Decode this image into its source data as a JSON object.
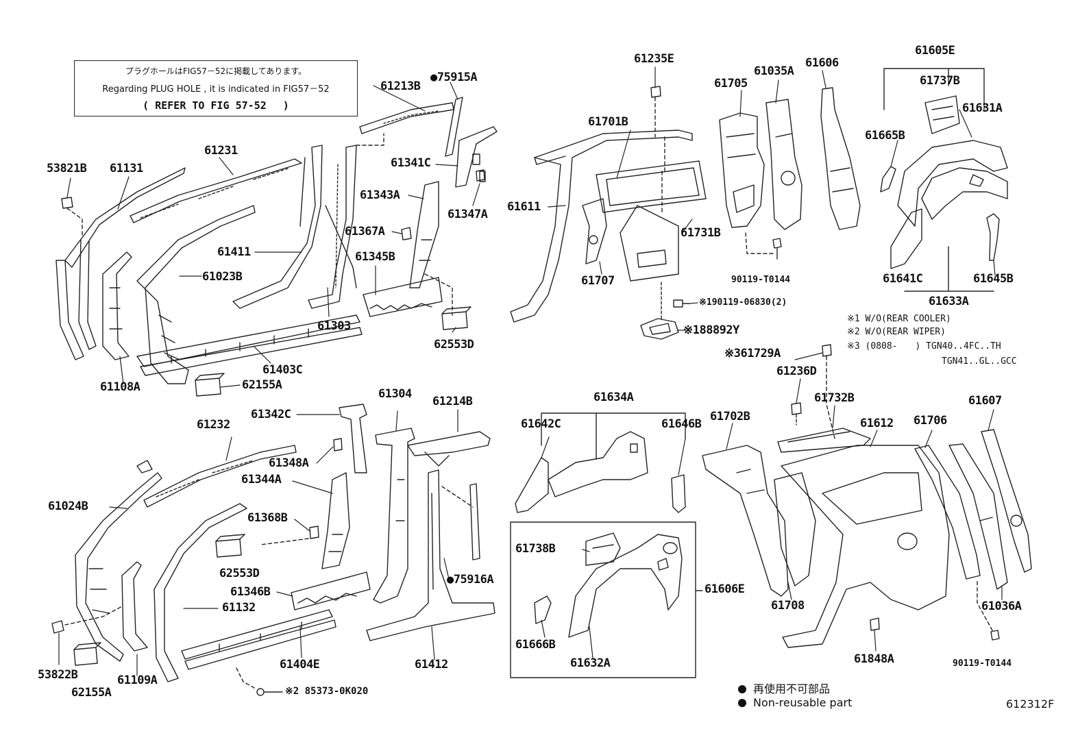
{
  "note_box": {
    "line_jp": "プラグホールはFIG57－52に掲載してあります。",
    "line_en": "Regarding PLUG HOLE , it is indicated in FIG57－52",
    "refer": "( REFER TO FIG 57-52 　)"
  },
  "labels": [
    {
      "id": "61213B",
      "text": "61213B"
    },
    {
      "id": "75915A",
      "text": "●75915A"
    },
    {
      "id": "61231",
      "text": "61231"
    },
    {
      "id": "53821B",
      "text": "53821B"
    },
    {
      "id": "61131",
      "text": "61131"
    },
    {
      "id": "61341C",
      "text": "61341C"
    },
    {
      "id": "61343A",
      "text": "61343A"
    },
    {
      "id": "61347A",
      "text": "61347A"
    },
    {
      "id": "61367A",
      "text": "61367A"
    },
    {
      "id": "61411",
      "text": "61411"
    },
    {
      "id": "61345B",
      "text": "61345B"
    },
    {
      "id": "61023B",
      "text": "61023B"
    },
    {
      "id": "61303",
      "text": "61303"
    },
    {
      "id": "62553D_top",
      "text": "62553D"
    },
    {
      "id": "61403C",
      "text": "61403C"
    },
    {
      "id": "61108A",
      "text": "61108A"
    },
    {
      "id": "62155A_top",
      "text": "62155A"
    },
    {
      "id": "61235E",
      "text": "61235E"
    },
    {
      "id": "61701B",
      "text": "61701B"
    },
    {
      "id": "61611",
      "text": "61611"
    },
    {
      "id": "61705",
      "text": "61705"
    },
    {
      "id": "61035A",
      "text": "61035A"
    },
    {
      "id": "61606",
      "text": "61606"
    },
    {
      "id": "61731B",
      "text": "61731B"
    },
    {
      "id": "61707",
      "text": "61707"
    },
    {
      "id": "90119_T0144_top",
      "text": "90119-T0144"
    },
    {
      "id": "190119",
      "text": "※190119-06830(2)"
    },
    {
      "id": "188892Y",
      "text": "※188892Y"
    },
    {
      "id": "61605E",
      "text": "61605E"
    },
    {
      "id": "61737B",
      "text": "61737B"
    },
    {
      "id": "61631A",
      "text": "61631A"
    },
    {
      "id": "61665B",
      "text": "61665B"
    },
    {
      "id": "61641C",
      "text": "61641C"
    },
    {
      "id": "61645B",
      "text": "61645B"
    },
    {
      "id": "61633A",
      "text": "61633A"
    },
    {
      "id": "61729A",
      "text": "※361729A"
    },
    {
      "id": "61236D",
      "text": "61236D"
    },
    {
      "id": "61732B",
      "text": "61732B"
    },
    {
      "id": "61607",
      "text": "61607"
    },
    {
      "id": "61304",
      "text": "61304"
    },
    {
      "id": "61214B",
      "text": "61214B"
    },
    {
      "id": "61342C",
      "text": "61342C"
    },
    {
      "id": "61232",
      "text": "61232"
    },
    {
      "id": "61348A",
      "text": "61348A"
    },
    {
      "id": "61344A",
      "text": "61344A"
    },
    {
      "id": "61024B",
      "text": "61024B"
    },
    {
      "id": "61368B",
      "text": "61368B"
    },
    {
      "id": "62553D_bot",
      "text": "62553D"
    },
    {
      "id": "61346B",
      "text": "61346B"
    },
    {
      "id": "61132",
      "text": "61132"
    },
    {
      "id": "75916A",
      "text": "●75916A"
    },
    {
      "id": "61404E",
      "text": "61404E"
    },
    {
      "id": "61412",
      "text": "61412"
    },
    {
      "id": "53822B",
      "text": "53822B"
    },
    {
      "id": "61109A",
      "text": "61109A"
    },
    {
      "id": "62155A_bot",
      "text": "62155A"
    },
    {
      "id": "85373",
      "text": "※2 85373-0K020"
    },
    {
      "id": "61634A",
      "text": "61634A"
    },
    {
      "id": "61642C",
      "text": "61642C"
    },
    {
      "id": "61646B",
      "text": "61646B"
    },
    {
      "id": "61702B",
      "text": "61702B"
    },
    {
      "id": "61612",
      "text": "61612"
    },
    {
      "id": "61706",
      "text": "61706"
    },
    {
      "id": "61738B",
      "text": "61738B"
    },
    {
      "id": "61606E",
      "text": "61606E"
    },
    {
      "id": "61666B",
      "text": "61666B"
    },
    {
      "id": "61632A",
      "text": "61632A"
    },
    {
      "id": "61708",
      "text": "61708"
    },
    {
      "id": "61036A",
      "text": "61036A"
    },
    {
      "id": "61848A",
      "text": "61848A"
    },
    {
      "id": "90119_T0144_bot",
      "text": "90119-T0144"
    }
  ],
  "notes": {
    "n1": "※1 W/O(REAR COOLER)",
    "n2": "※2 W/O(REAR WIPER)",
    "n3": "※3 (0808-　　) TGN40..4FC..TH",
    "n3b": "TGN41..GL..GCC"
  },
  "legend": {
    "jp": "再使用不可部品",
    "en": "Non-reusable part"
  },
  "figure_id": "612312F"
}
